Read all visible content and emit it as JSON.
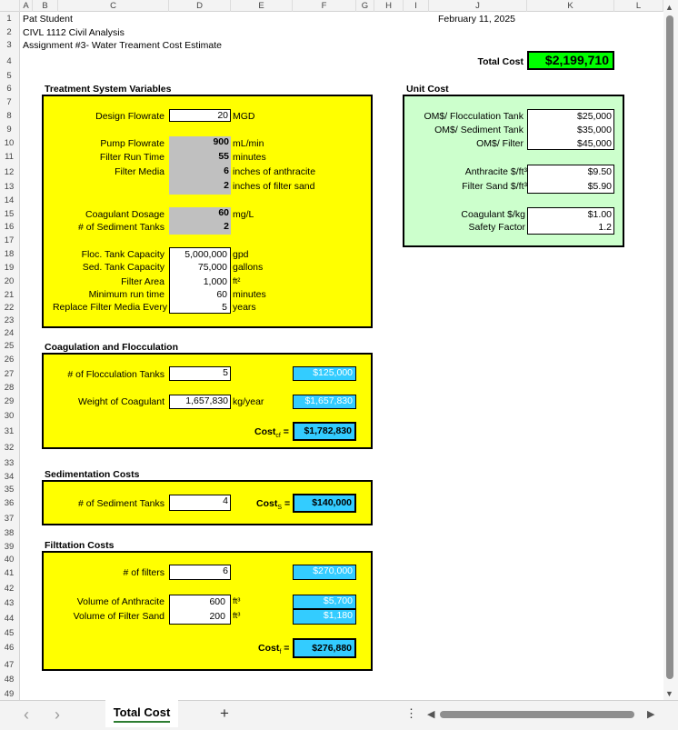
{
  "columns": [
    "A",
    "B",
    "C",
    "D",
    "E",
    "F",
    "G",
    "H",
    "I",
    "J",
    "K",
    "L"
  ],
  "rows": [
    "1",
    "2",
    "3",
    "4",
    "5",
    "6",
    "7",
    "8",
    "9",
    "10",
    "11",
    "12",
    "13",
    "14",
    "15",
    "16",
    "17",
    "18",
    "19",
    "20",
    "21",
    "22",
    "23",
    "24",
    "25",
    "26",
    "27",
    "28",
    "29",
    "30",
    "31",
    "32",
    "33",
    "34",
    "35",
    "36",
    "37",
    "38",
    "39",
    "40",
    "41",
    "42",
    "43",
    "44",
    "45",
    "46",
    "47",
    "48",
    "49"
  ],
  "header": {
    "name": "Pat Student",
    "course": "CIVL 1112 Civil Analysis",
    "assignment": "Assignment #3- Water Treament Cost Estimate",
    "date": "February 11, 2025"
  },
  "total": {
    "label": "Total Cost",
    "value": "$2,199,710"
  },
  "treatment": {
    "title": "Treatment System Variables",
    "design_flowrate": {
      "label": "Design Flowrate",
      "value": "20",
      "unit": "MGD"
    },
    "pump_flowrate": {
      "label": "Pump Flowrate",
      "value": "900",
      "unit": "mL/min"
    },
    "filter_run_time": {
      "label": "Filter Run Time",
      "value": "55",
      "unit": "minutes"
    },
    "filter_media": {
      "label": "Filter Media",
      "value1": "6",
      "unit1": "inches of anthracite",
      "value2": "2",
      "unit2": "inches of filter sand"
    },
    "coagulant_dosage": {
      "label": "Coagulant Dosage",
      "value": "60",
      "unit": "mg/L"
    },
    "sediment_tanks": {
      "label": "# of Sediment Tanks",
      "value": "2"
    },
    "floc_capacity": {
      "label": "Floc. Tank Capacity",
      "value": "5,000,000",
      "unit": "gpd"
    },
    "sed_capacity": {
      "label": "Sed. Tank Capacity",
      "value": "75,000",
      "unit": "gallons"
    },
    "filter_area": {
      "label": "Filter Area",
      "value": "1,000",
      "unit": "ft²"
    },
    "min_run_time": {
      "label": "Minimum run time",
      "value": "60",
      "unit": "minutes"
    },
    "replace_media": {
      "label": "Replace Filter Media Every",
      "value": "5",
      "unit": "years"
    }
  },
  "unit_cost": {
    "title": "Unit Cost",
    "om_floc": {
      "label": "OM$/ Flocculation Tank",
      "value": "$25,000"
    },
    "om_sed": {
      "label": "OM$/ Sediment Tank",
      "value": "$35,000"
    },
    "om_filter": {
      "label": "OM$/ Filter",
      "value": "$45,000"
    },
    "anthracite": {
      "label": "Anthracite $/ft³",
      "value": "$9.50"
    },
    "filter_sand": {
      "label": "Filter Sand $/ft³",
      "value": "$5.90"
    },
    "coagulant": {
      "label": "Coagulant $/kg",
      "value": "$1.00"
    },
    "safety_factor": {
      "label": "Safety Factor",
      "value": "1.2"
    }
  },
  "coag": {
    "title": "Coagulation and Flocculation",
    "floc_tanks": {
      "label": "# of Flocculation Tanks",
      "value": "5",
      "cost": "$125,000"
    },
    "weight": {
      "label": "Weight of Coagulant",
      "value": "1,657,830",
      "unit": "kg/year",
      "cost": "$1,657,830"
    },
    "total": {
      "label": "Cost",
      "sub": "cf",
      "eq": "=",
      "value": "$1,782,830"
    }
  },
  "sed": {
    "title": "Sedimentation Costs",
    "tanks": {
      "label": "# of Sediment Tanks",
      "value": "4"
    },
    "total": {
      "label": "Cost",
      "sub": "S",
      "eq": "=",
      "value": "$140,000"
    }
  },
  "filt": {
    "title": "Filttation Costs",
    "filters": {
      "label": "# of filters",
      "value": "6",
      "cost": "$270,000"
    },
    "anthracite": {
      "label": "Volume of Anthracite",
      "value": "600",
      "unit": "ft³",
      "cost": "$5,700"
    },
    "sand": {
      "label": "Volume of Filter Sand",
      "value": "200",
      "unit": "ft³",
      "cost": "$1,180"
    },
    "total": {
      "label": "Cost",
      "sub": "f",
      "eq": "=",
      "value": "$276,880"
    }
  },
  "bottom": {
    "sheet_tab": "Total Cost",
    "add_sheet": "+",
    "prev": "‹",
    "next": "›",
    "more": "⋮"
  },
  "colors": {
    "yellow": "#ffff00",
    "green_box": "#ccffcc",
    "total_green": "#00ff00",
    "cyan": "#33ccff",
    "gray": "#c0c0c0"
  }
}
